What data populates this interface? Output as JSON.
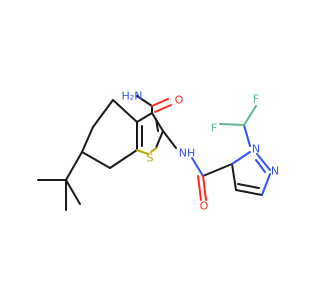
{
  "structure": {
    "atoms": {
      "amide_n_top": "H₂N",
      "amide_o_top": "O",
      "ring_s": "S",
      "nh_link": "NH",
      "f_left": "F",
      "f_right": "F",
      "pyrazole_n1": "N",
      "pyrazole_n2": "N",
      "amide_o_bottom": "O"
    },
    "colors": {
      "bond": "#1a1a1a",
      "oxygen": "#ff2a1a",
      "nitrogen": "#3050f8",
      "sulfur": "#b8a600",
      "fluorine": "#58b898"
    }
  }
}
